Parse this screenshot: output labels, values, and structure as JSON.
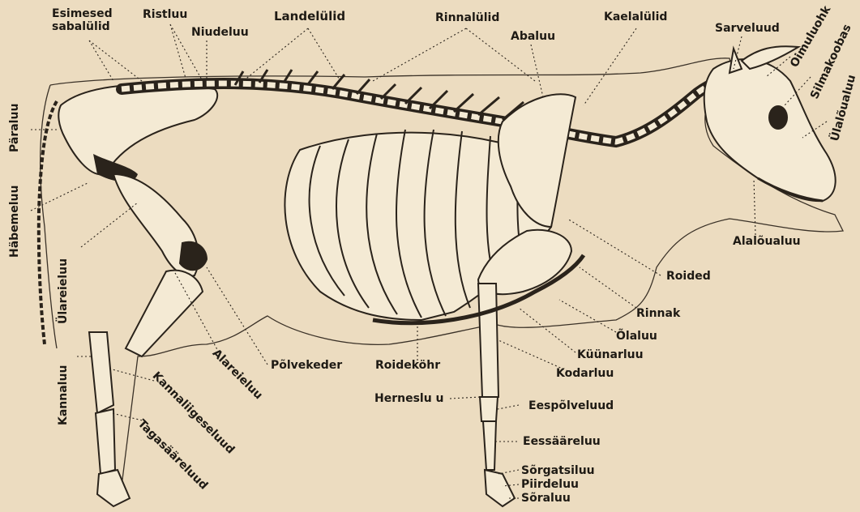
{
  "labels": {
    "esimesed_sabalulid": "Esimesed\nsabalülid",
    "ristluu": "Ristluu",
    "niudeluu": "Niudeluu",
    "landelulid": "Landelülid",
    "rinnalulid": "Rinnalülid",
    "abaluu": "Abaluu",
    "kaelalulid": "Kaelalülid",
    "sarveluud": "Sarveluud",
    "oimuluohk": "Oimuluohk",
    "silmakoobas": "Silmakoobas",
    "ulaloualuu": "Ülalõualuu",
    "alaloualuu": "Alalõualuu",
    "paraluu": "Päraluu",
    "habemeluu": "Häbemeluu",
    "ulareieluu": "Ülareieluu",
    "kannaluu": "Kannaluu",
    "alareieluu": "Alareieluu",
    "kannaliigeseluud": "Kannaliigeseluud",
    "tagasaareluud": "Tagasääreluud",
    "polvekeder": "Põlvekeder",
    "roidekohr": "Roideköhr",
    "roided": "Roided",
    "rinnak": "Rinnak",
    "olaluu": "Õlaluu",
    "kuunarluu": "Küünarluu",
    "kodarluu": "Kodarluu",
    "hernesluu": "Herneslu u",
    "eespolveluud": "Eespõlveluud",
    "eessaareluu": "Eessääreluu",
    "sorgatsiluu": "Sõrgatsiluu",
    "piirdeluu": "Piirdeluu",
    "soraluu": "Sõraluu"
  },
  "colors": {
    "paper": "#ecdcc0",
    "ink": "#1e1a14",
    "bone": "#f4ead4",
    "bone_shadow": "#2a231b"
  }
}
